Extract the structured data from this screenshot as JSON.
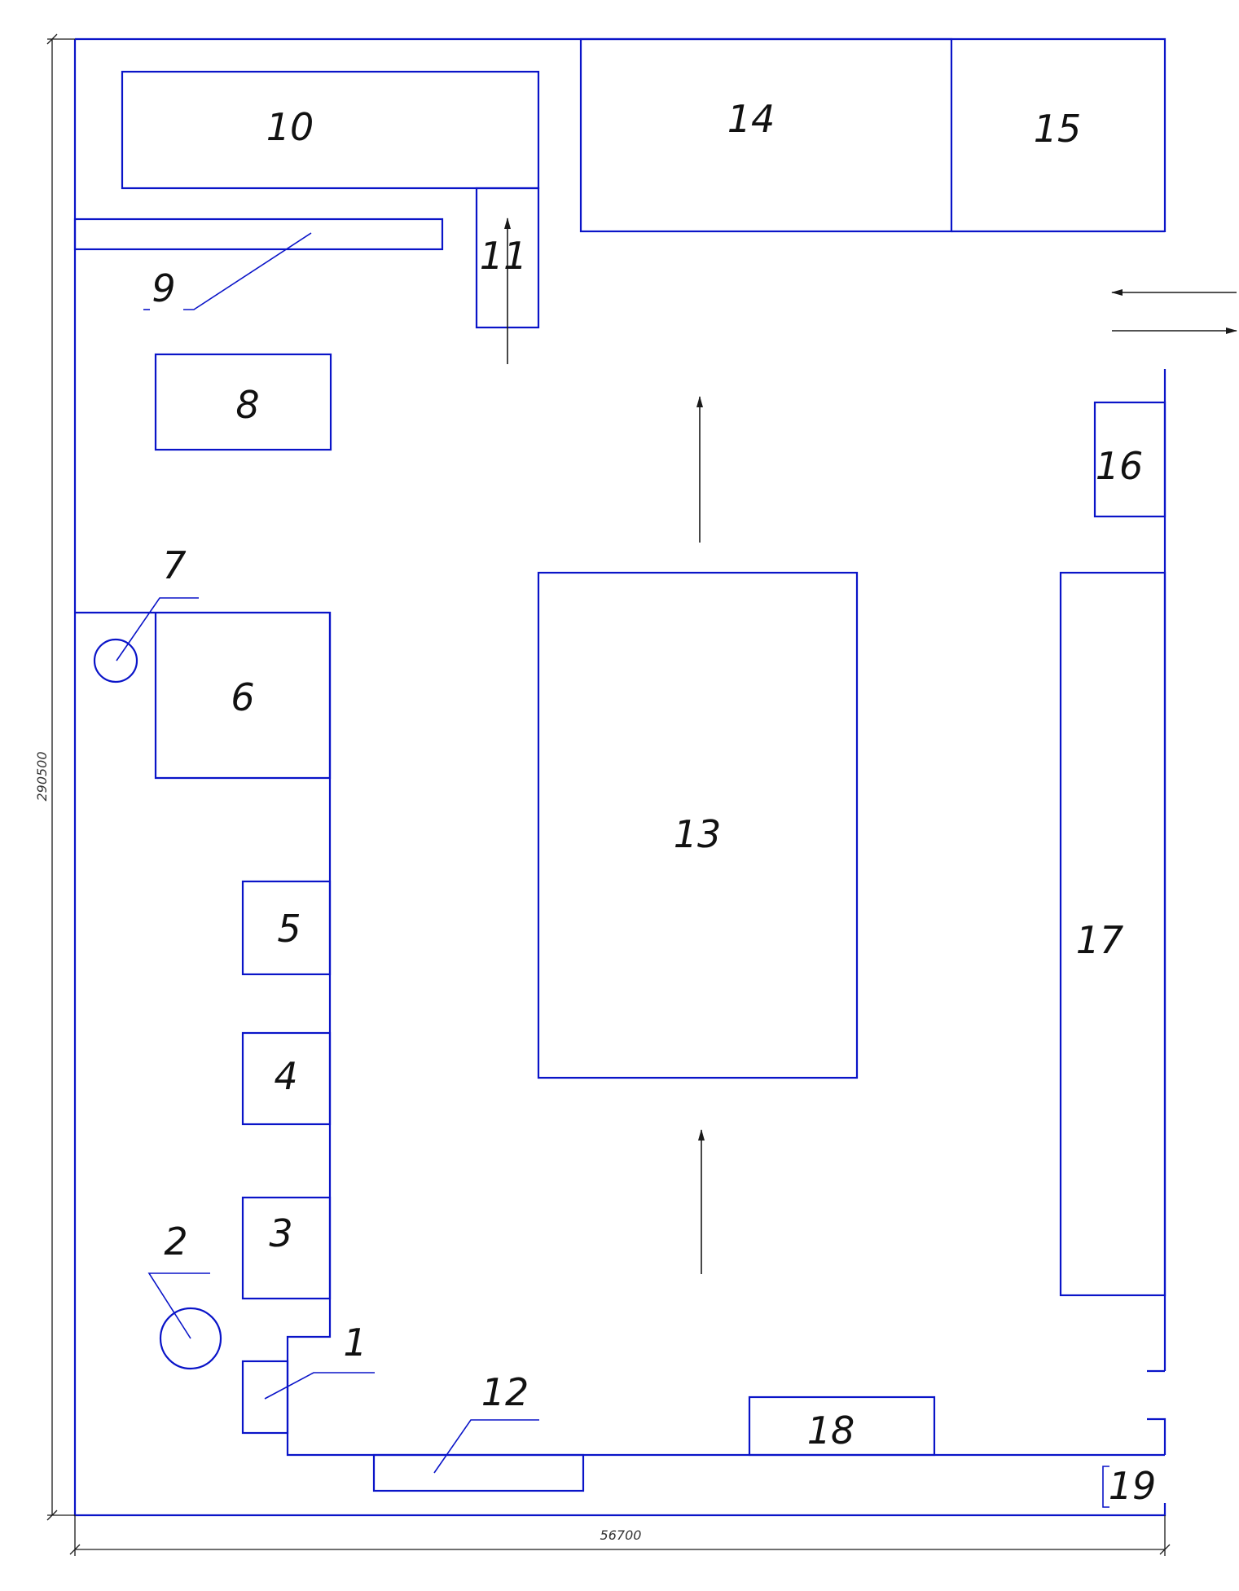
{
  "colors": {
    "lines": "#0a14c8",
    "dimension": "#1a1a1a",
    "background": "#ffffff"
  },
  "dimensions": {
    "height": "290500",
    "width": "56700"
  },
  "labels": {
    "l1": "1",
    "l2": "2",
    "l3": "3",
    "l4": "4",
    "l5": "5",
    "l6": "6",
    "l7": "7",
    "l8": "8",
    "l9": "9",
    "l10": "10",
    "l11": "11",
    "l12": "12",
    "l13": "13",
    "l14": "14",
    "l15": "15",
    "l16": "16",
    "l17": "17",
    "l18": "18",
    "l19": "19"
  }
}
